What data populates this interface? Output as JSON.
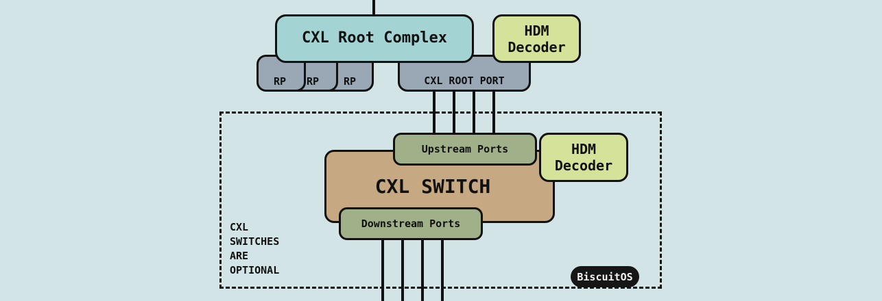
{
  "diagram": {
    "root_complex": {
      "label": "CXL Root Complex"
    },
    "root_hdm_decoder": {
      "label_line1": "HDM",
      "label_line2": "Decoder"
    },
    "root_ports": [
      {
        "label": "RP"
      },
      {
        "label": "RP"
      },
      {
        "label": "RP"
      }
    ],
    "cxl_root_port": {
      "label": "CXL ROOT PORT"
    },
    "switch": {
      "label": "CXL SWITCH",
      "upstream_ports": {
        "label": "Upstream Ports"
      },
      "downstream_ports": {
        "label": "Downstream Ports"
      },
      "hdm_decoder": {
        "label_line1": "HDM",
        "label_line2": "Decoder"
      }
    },
    "optional_note": [
      "CXL",
      "SWITCHES",
      "ARE",
      "OPTIONAL"
    ],
    "badge": {
      "label": "BiscuitOS"
    }
  }
}
